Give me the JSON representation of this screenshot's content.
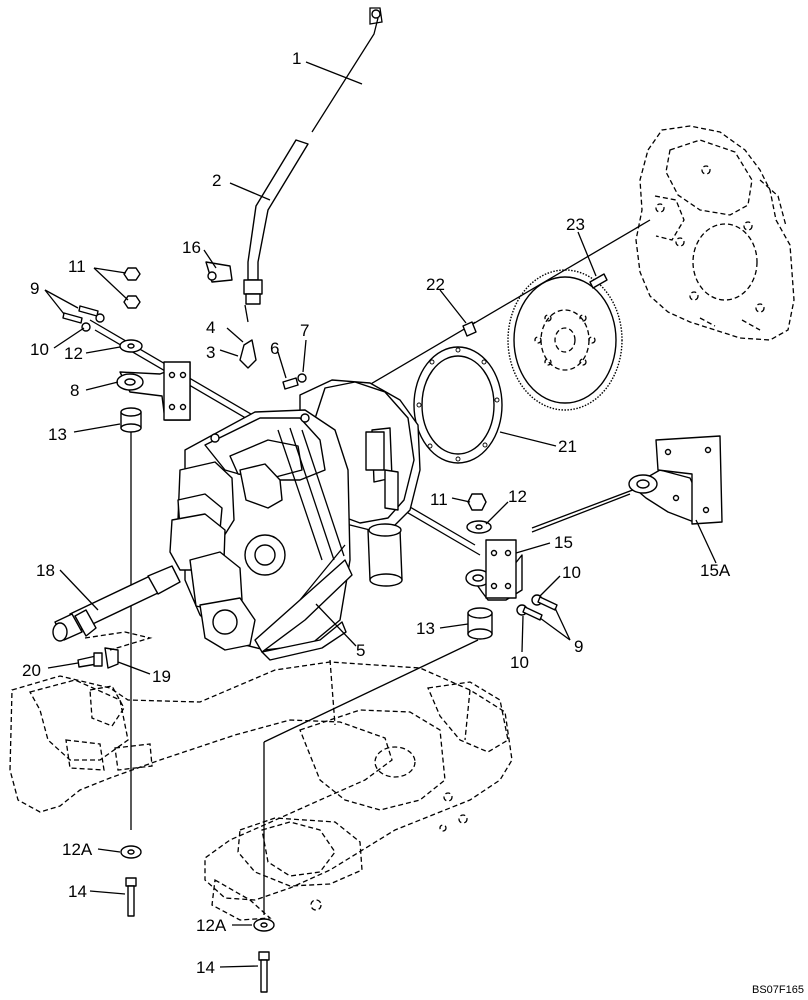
{
  "figure_code": "BS07F165",
  "callouts": [
    {
      "id": "c1",
      "text": "1"
    },
    {
      "id": "c2",
      "text": "2"
    },
    {
      "id": "c16",
      "text": "16"
    },
    {
      "id": "c11a",
      "text": "11"
    },
    {
      "id": "c9a",
      "text": "9"
    },
    {
      "id": "c10a",
      "text": "10"
    },
    {
      "id": "c12a",
      "text": "12"
    },
    {
      "id": "c8",
      "text": "8"
    },
    {
      "id": "c4",
      "text": "4"
    },
    {
      "id": "c3",
      "text": "3"
    },
    {
      "id": "c6",
      "text": "6"
    },
    {
      "id": "c7",
      "text": "7"
    },
    {
      "id": "c13a",
      "text": "13"
    },
    {
      "id": "c22",
      "text": "22"
    },
    {
      "id": "c23",
      "text": "23"
    },
    {
      "id": "c21",
      "text": "21"
    },
    {
      "id": "c11b",
      "text": "11"
    },
    {
      "id": "c12b",
      "text": "12"
    },
    {
      "id": "c15",
      "text": "15"
    },
    {
      "id": "c15a",
      "text": "15A"
    },
    {
      "id": "c18",
      "text": "18"
    },
    {
      "id": "c10b",
      "text": "10"
    },
    {
      "id": "c9b",
      "text": "9"
    },
    {
      "id": "c10c",
      "text": "10"
    },
    {
      "id": "c13b",
      "text": "13"
    },
    {
      "id": "c5",
      "text": "5"
    },
    {
      "id": "c20",
      "text": "20"
    },
    {
      "id": "c19",
      "text": "19"
    },
    {
      "id": "c12A1",
      "text": "12A"
    },
    {
      "id": "c14a",
      "text": "14"
    },
    {
      "id": "c12A2",
      "text": "12A"
    },
    {
      "id": "c14b",
      "text": "14"
    }
  ]
}
